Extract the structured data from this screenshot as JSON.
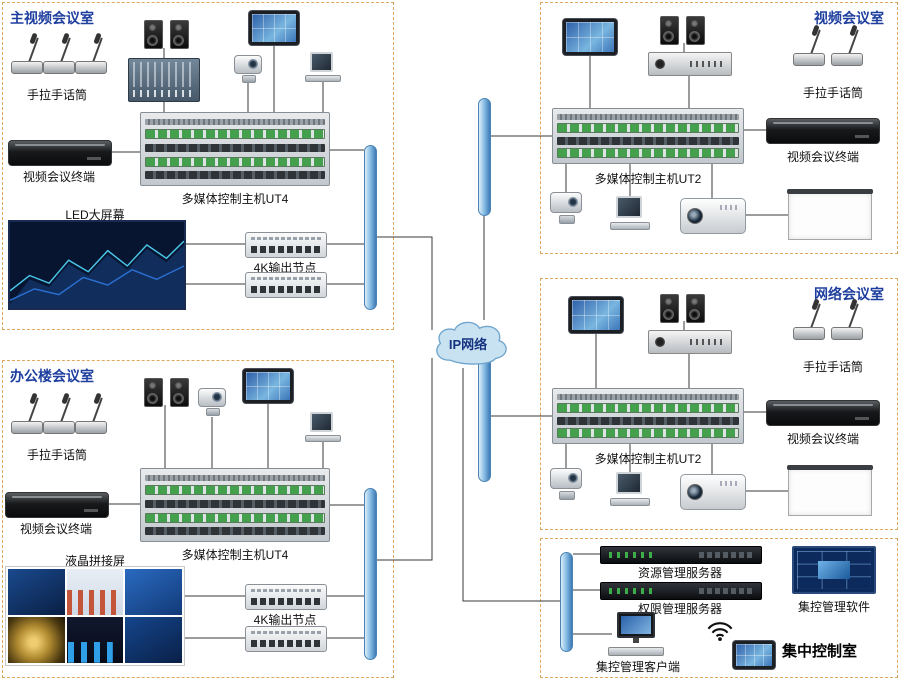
{
  "network": {
    "label": "IP网络"
  },
  "rooms": {
    "main": {
      "title": "主视频会议室",
      "mics": "手拉手话筒",
      "terminal": "视频会议终端",
      "host": "多媒体控制主机UT4",
      "screen": "LED大屏幕",
      "node": "4K输出节点"
    },
    "office": {
      "title": "办公楼会议室",
      "mics": "手拉手话筒",
      "terminal": "视频会议终端",
      "host": "多媒体控制主机UT4",
      "screen": "液晶拼接屏",
      "node": "4K输出节点"
    },
    "video": {
      "title": "视频会议室",
      "mics": "手拉手话筒",
      "host": "多媒体控制主机UT2",
      "terminal": "视频会议终端"
    },
    "netconf": {
      "title": "网络会议室",
      "mics": "手拉手话筒",
      "host": "多媒体控制主机UT2",
      "terminal": "视频会议终端"
    },
    "control": {
      "title": "集中控制室",
      "resource_server": "资源管理服务器",
      "auth_server": "权限管理服务器",
      "software": "集控管理软件",
      "client": "集控管理客户端"
    }
  }
}
